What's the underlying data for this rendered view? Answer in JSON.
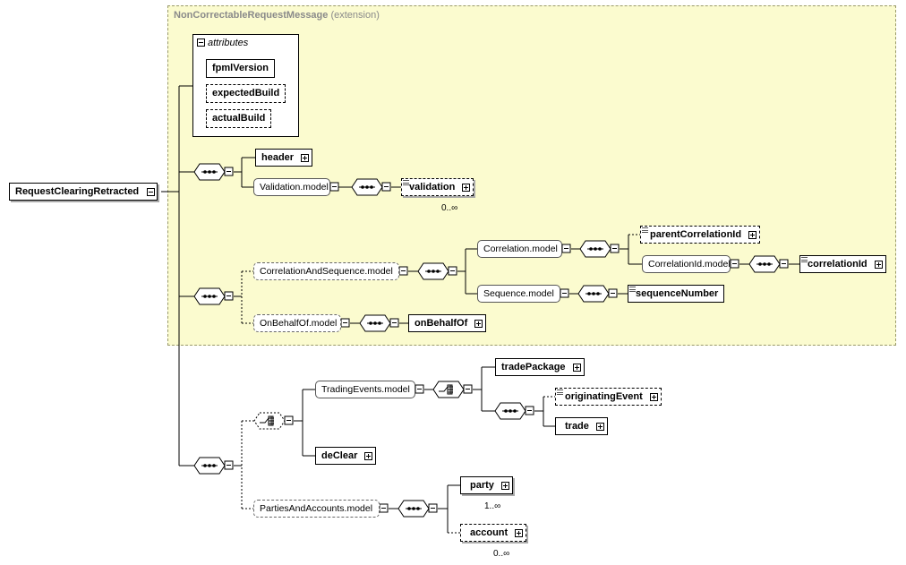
{
  "extension": {
    "name": "NonCorrectableRequestMessage",
    "note": "(extension)"
  },
  "root": {
    "label": "RequestClearingRetracted"
  },
  "attributes": {
    "title": "attributes",
    "items": [
      "fpmlVersion",
      "expectedBuild",
      "actualBuild"
    ]
  },
  "nodes": {
    "header": "header",
    "validation_model": "Validation.model",
    "validation": "validation",
    "validation_card": "0..∞",
    "correlation_and_sequence_model": "CorrelationAndSequence.model",
    "correlation_model": "Correlation.model",
    "parent_correlation_id": "parentCorrelationId",
    "correlation_id_model": "CorrelationId.model",
    "correlation_id": "correlationId",
    "sequence_model": "Sequence.model",
    "sequence_number": "sequenceNumber",
    "on_behalf_of_model": "OnBehalfOf.model",
    "on_behalf_of": "onBehalfOf",
    "trading_events_model": "TradingEvents.model",
    "trade_package": "tradePackage",
    "originating_event": "originatingEvent",
    "trade": "trade",
    "de_clear": "deClear",
    "parties_and_accounts_model": "PartiesAndAccounts.model",
    "party": "party",
    "party_card": "1..∞",
    "account": "account",
    "account_card": "0..∞"
  },
  "colors": {
    "extension_fill": "#fbfbcf",
    "extension_border": "#9a9a6a",
    "wire": "#000000"
  }
}
